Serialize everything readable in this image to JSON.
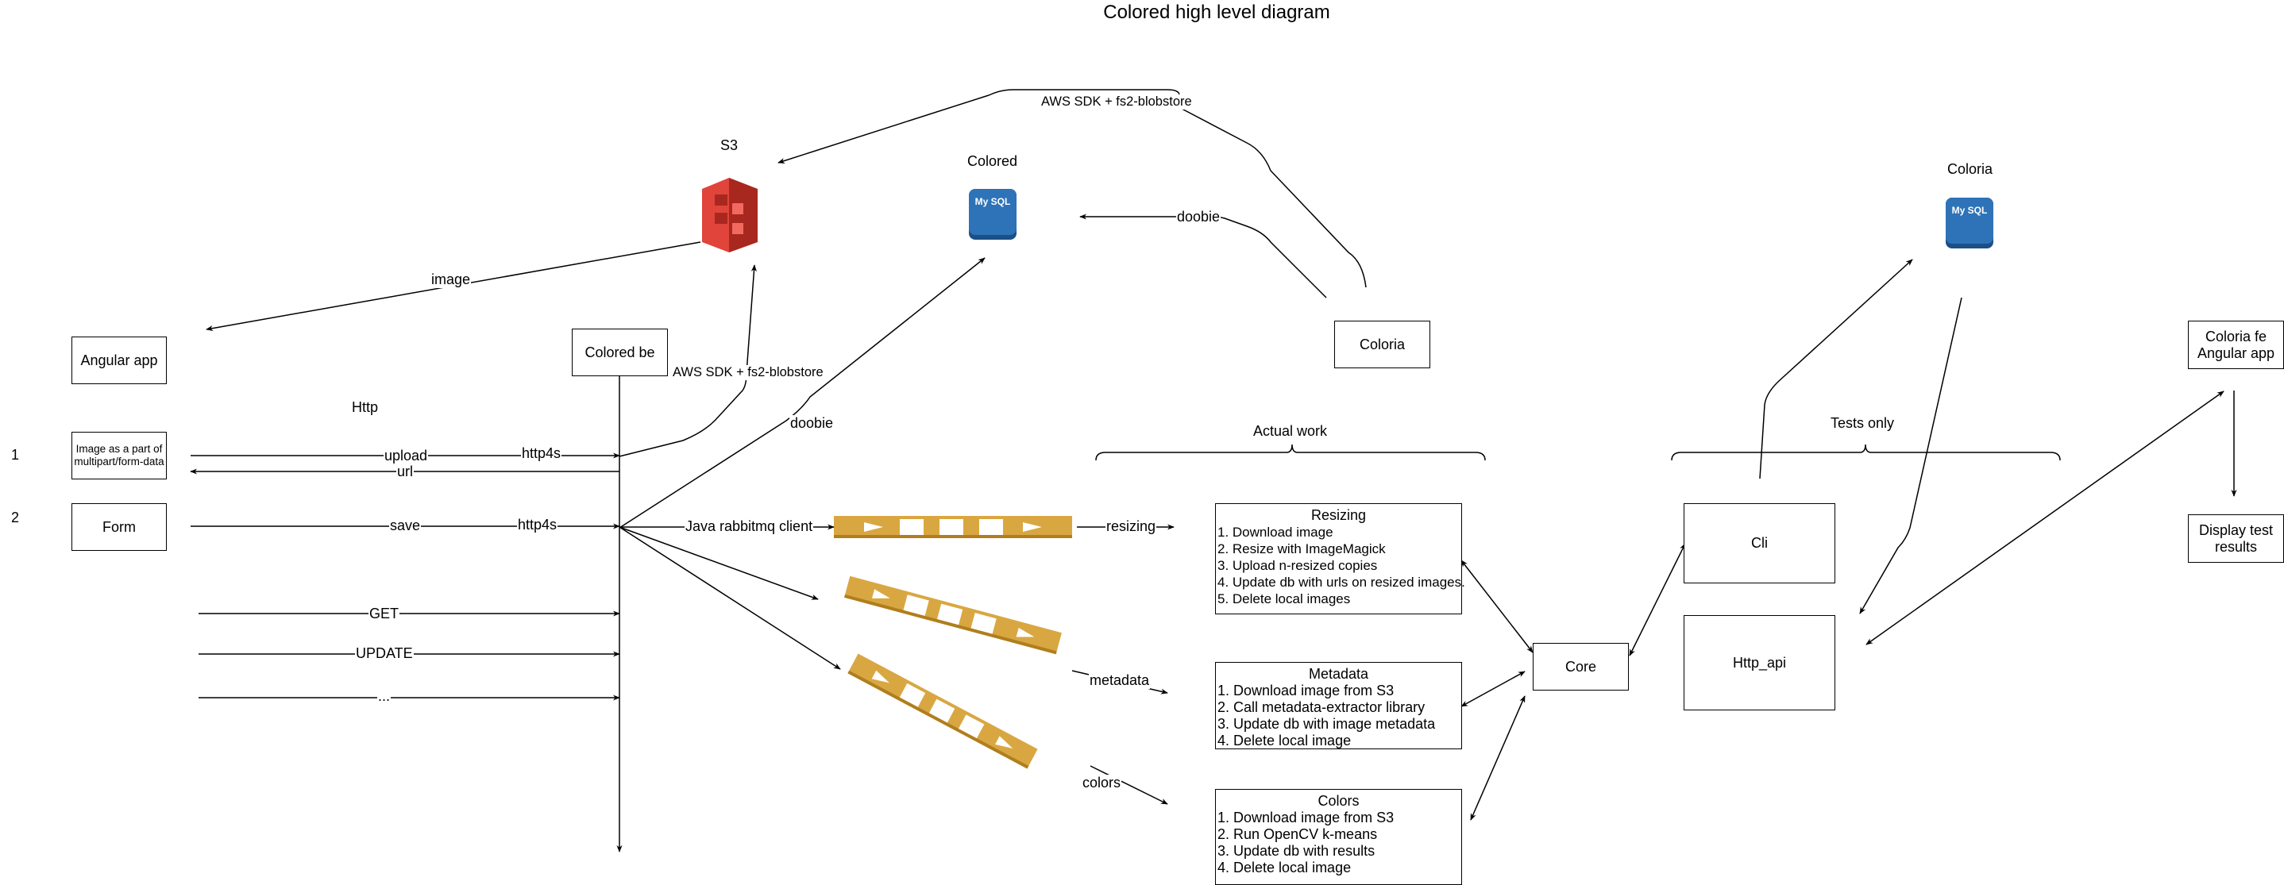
{
  "title": "Colored high level diagram",
  "services": {
    "s3": "S3",
    "colored_db": "Colored",
    "coloria_db": "Coloria",
    "mysql_badge": "My SQL"
  },
  "boxes": {
    "angular_app": "Angular app",
    "colored_be": "Colored be",
    "coloria": "Coloria",
    "coloria_fe": "Coloria fe Angular app",
    "image_multipart": "Image as a part of multipart/form-data",
    "form": "Form",
    "core": "Core",
    "cli": "Cli",
    "http_api": "Http_api",
    "display_test": "Display test results"
  },
  "row_numbers": [
    "1",
    "2"
  ],
  "section_labels": {
    "http": "Http",
    "actual_work": "Actual work",
    "tests_only": "Tests only"
  },
  "edge_labels": {
    "aws_sdk_top": "AWS SDK + fs2-blobstore",
    "aws_sdk_be": "AWS SDK + fs2-blobstore",
    "image": "image",
    "doobie_top": "doobie",
    "doobie_be": "doobie",
    "upload": "upload",
    "http4s_1": "http4s",
    "url": "url",
    "save": "save",
    "http4s_2": "http4s",
    "java_rabbitmq": "Java rabbitmq client",
    "resizing": "resizing",
    "metadata": "metadata",
    "colors": "colors",
    "get": "GET",
    "update": "UPDATE",
    "more": "..."
  },
  "tasks": {
    "resizing": {
      "title": "Resizing",
      "lines": [
        "1. Download image",
        "2. Resize with ImageMagick",
        "3. Upload n-resized copies",
        "4. Update db with urls on resized images.",
        "5. Delete local images"
      ]
    },
    "metadata": {
      "title": "Metadata",
      "lines": [
        "1. Download image from S3",
        "2. Call metadata-extractor library",
        "3. Update db with image metadata",
        "4. Delete local image"
      ]
    },
    "colors": {
      "title": "Colors",
      "lines": [
        "1. Download image from S3",
        "2. Run OpenCV k-means",
        "3. Update db with results",
        "4. Delete local image"
      ]
    }
  },
  "colors": {
    "queue": "#d9a741",
    "queue_dark": "#b07e1e",
    "s3_red": "#e0443a",
    "s3_dark": "#a8281f",
    "mysql_blue": "#2e73b8",
    "mysql_dark": "#1b4f87"
  },
  "icons": [
    "s3-bucket-icon",
    "mysql-icon",
    "queue-icon"
  ]
}
